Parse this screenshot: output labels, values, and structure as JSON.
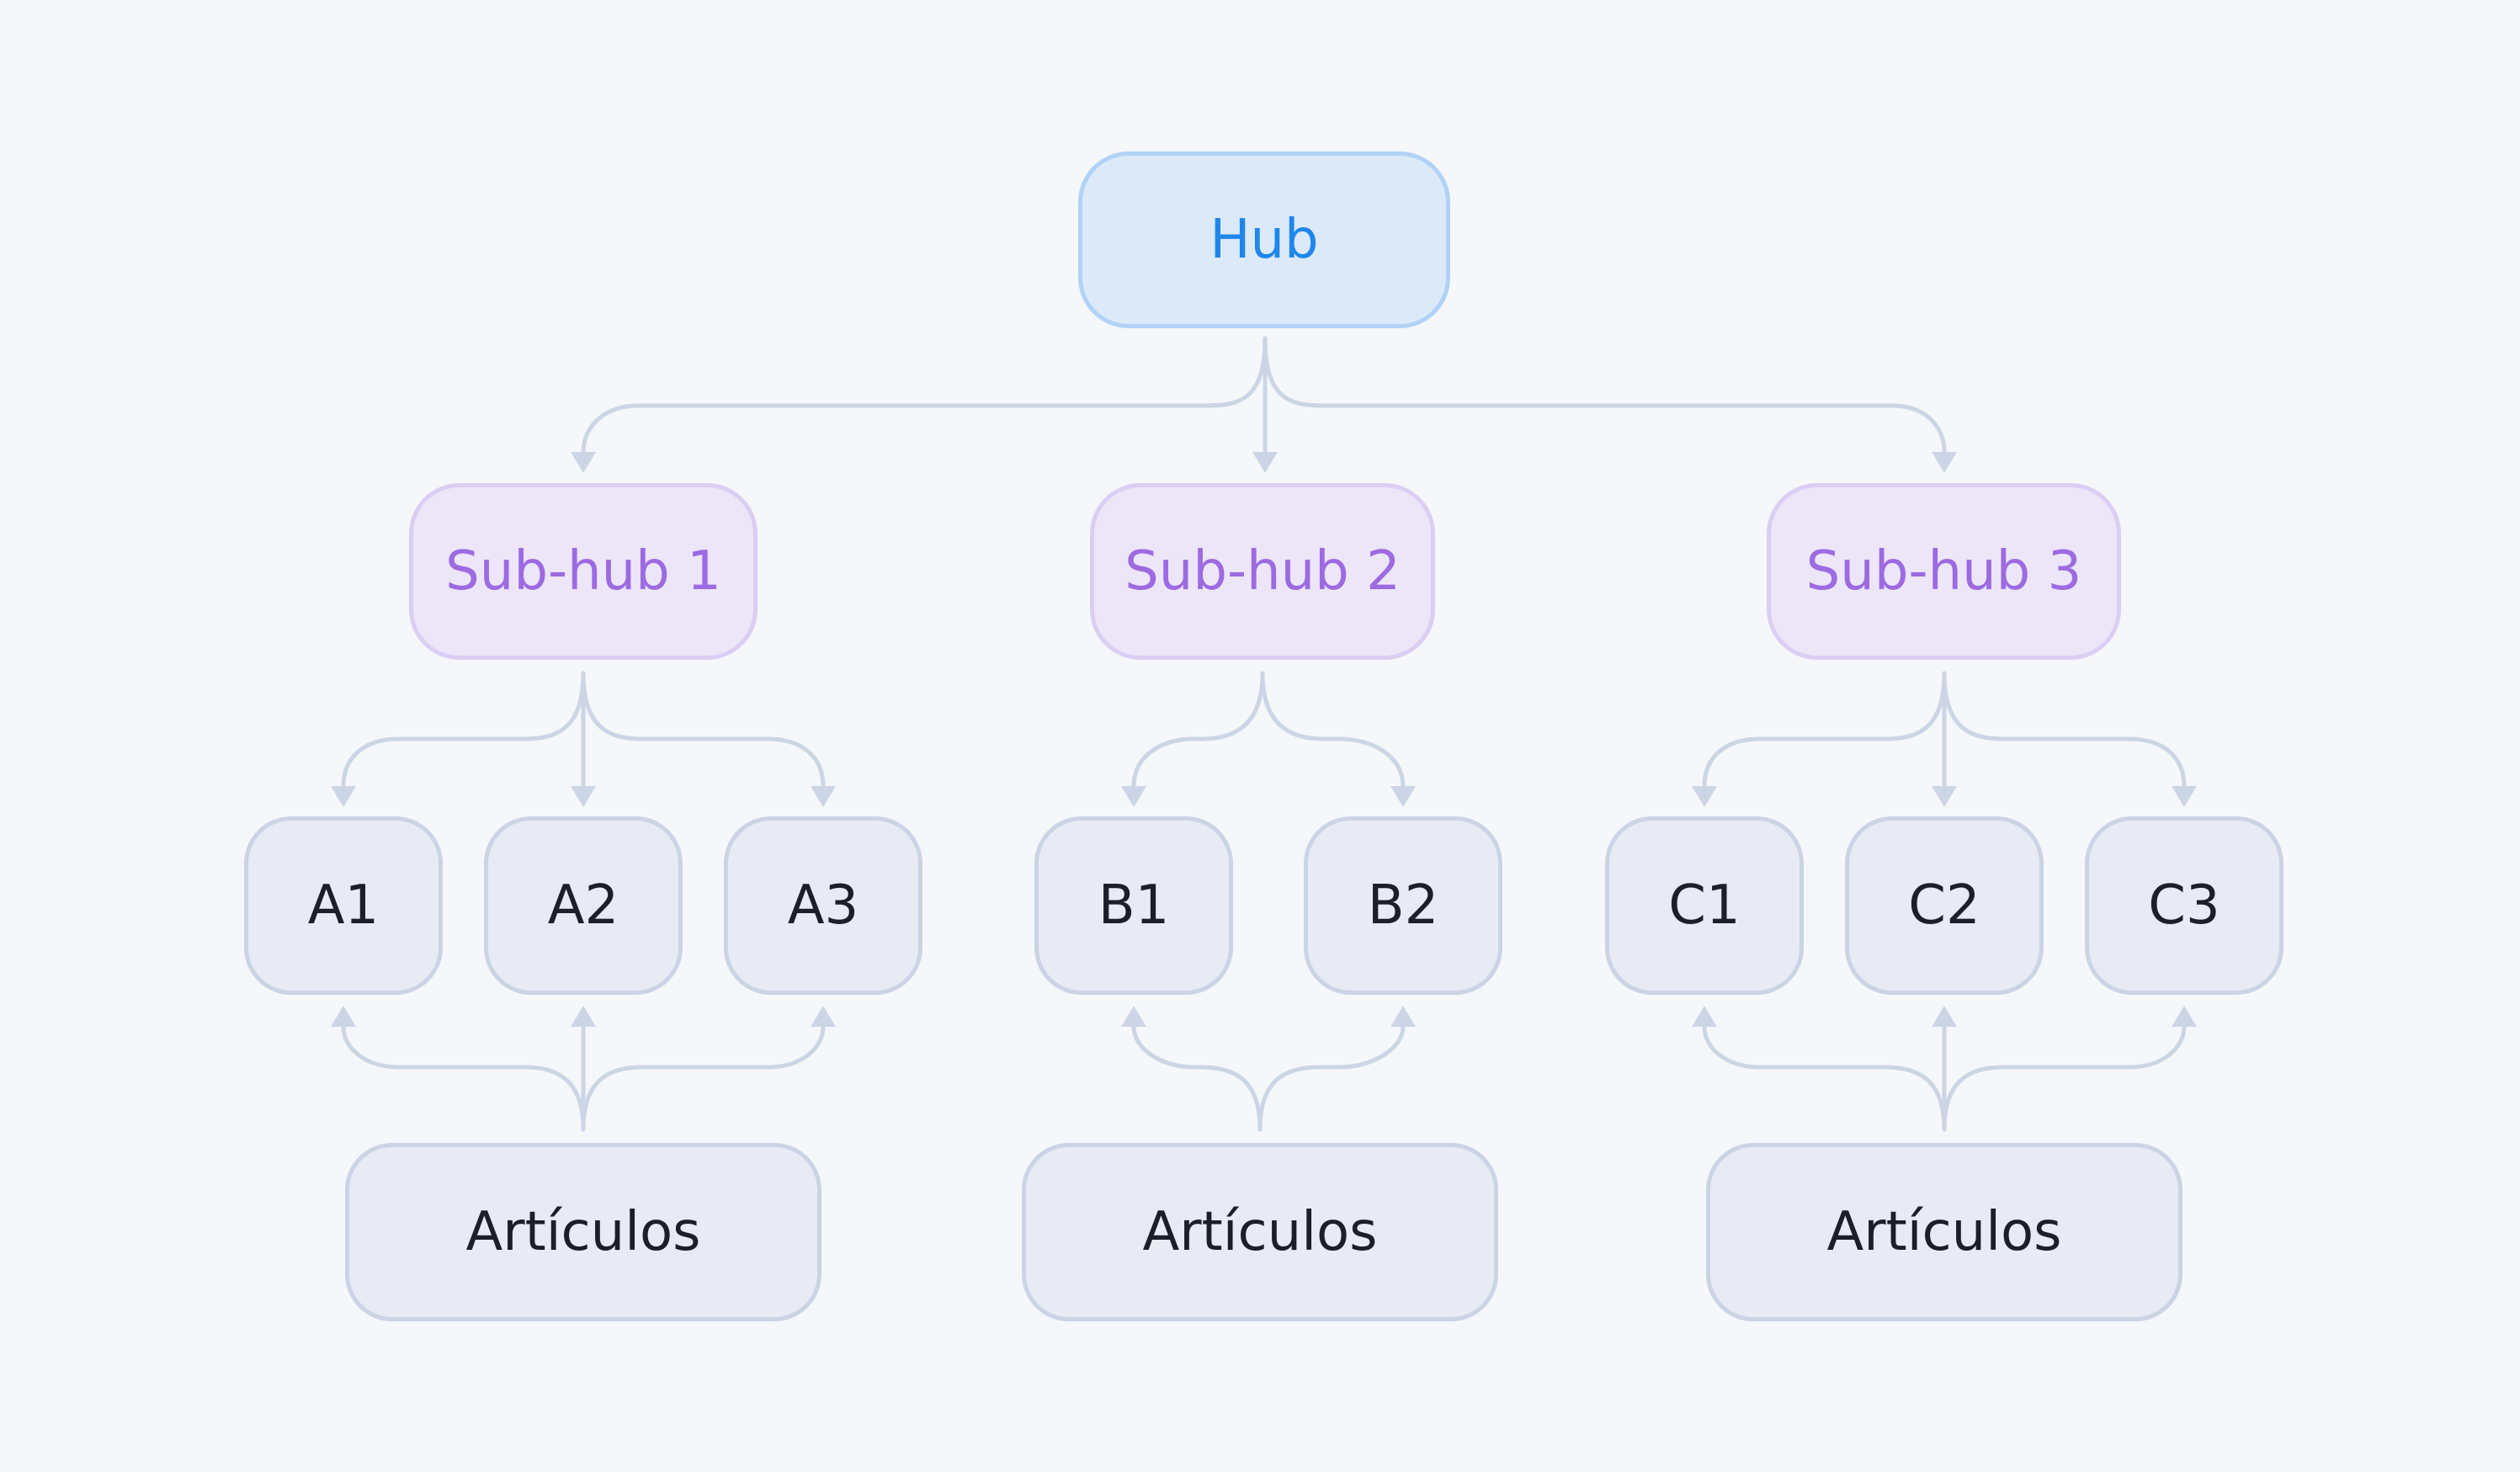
{
  "hub": {
    "label": "Hub"
  },
  "subhubs": [
    {
      "label": "Sub-hub 1"
    },
    {
      "label": "Sub-hub 2"
    },
    {
      "label": "Sub-hub 3"
    }
  ],
  "leaves": {
    "a": [
      "A1",
      "A2",
      "A3"
    ],
    "b": [
      "B1",
      "B2"
    ],
    "c": [
      "C1",
      "C2",
      "C3"
    ]
  },
  "articles": [
    {
      "label": "Artículos"
    },
    {
      "label": "Artículos"
    },
    {
      "label": "Artículos"
    }
  ],
  "colors": {
    "background": "#f5f7fb",
    "hub_fill": "#dbe9f9",
    "hub_border": "#b1d2f6",
    "hub_text": "#1f86ea",
    "subhub_fill": "#ece6f8",
    "subhub_border": "#dccdf3",
    "subhub_text": "#9d6ae2",
    "leaf_fill": "#e8ebf4",
    "leaf_border": "#cbd3e5",
    "leaf_text": "#1c1f29",
    "connector": "#ccd5e5"
  }
}
